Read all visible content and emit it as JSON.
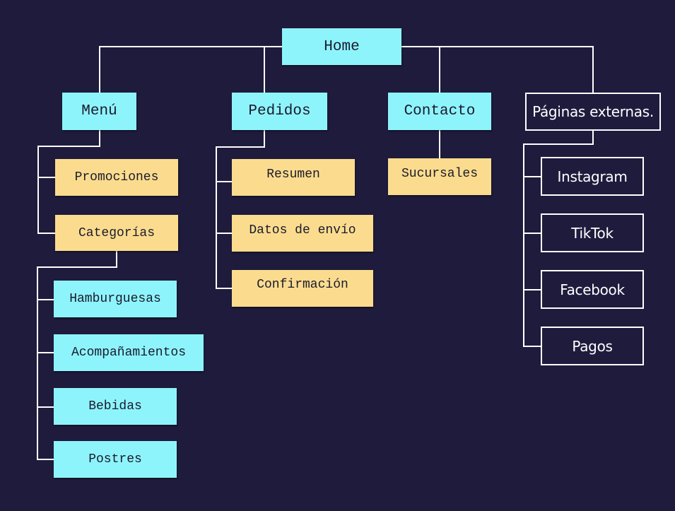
{
  "root": {
    "label": "Home"
  },
  "sections": {
    "menu": {
      "label": "Menú",
      "children": {
        "promociones": "Promociones",
        "categorias": "Categorías"
      },
      "categorias_children": [
        "Hamburguesas",
        "Acompañamientos",
        "Bebidas",
        "Postres"
      ]
    },
    "pedidos": {
      "label": "Pedidos",
      "children": [
        "Resumen",
        "Datos de envío",
        "Confirmación"
      ]
    },
    "contacto": {
      "label": "Contacto",
      "children": [
        "Sucursales"
      ]
    },
    "externas": {
      "label": "Páginas externas.",
      "children": [
        "Instagram",
        "TikTok",
        "Facebook",
        "Pagos"
      ]
    }
  },
  "colors": {
    "background": "#1f1b3d",
    "primary_node": "#8ef4fb",
    "secondary_node": "#fbdc8e",
    "external_border": "#ffffff"
  }
}
